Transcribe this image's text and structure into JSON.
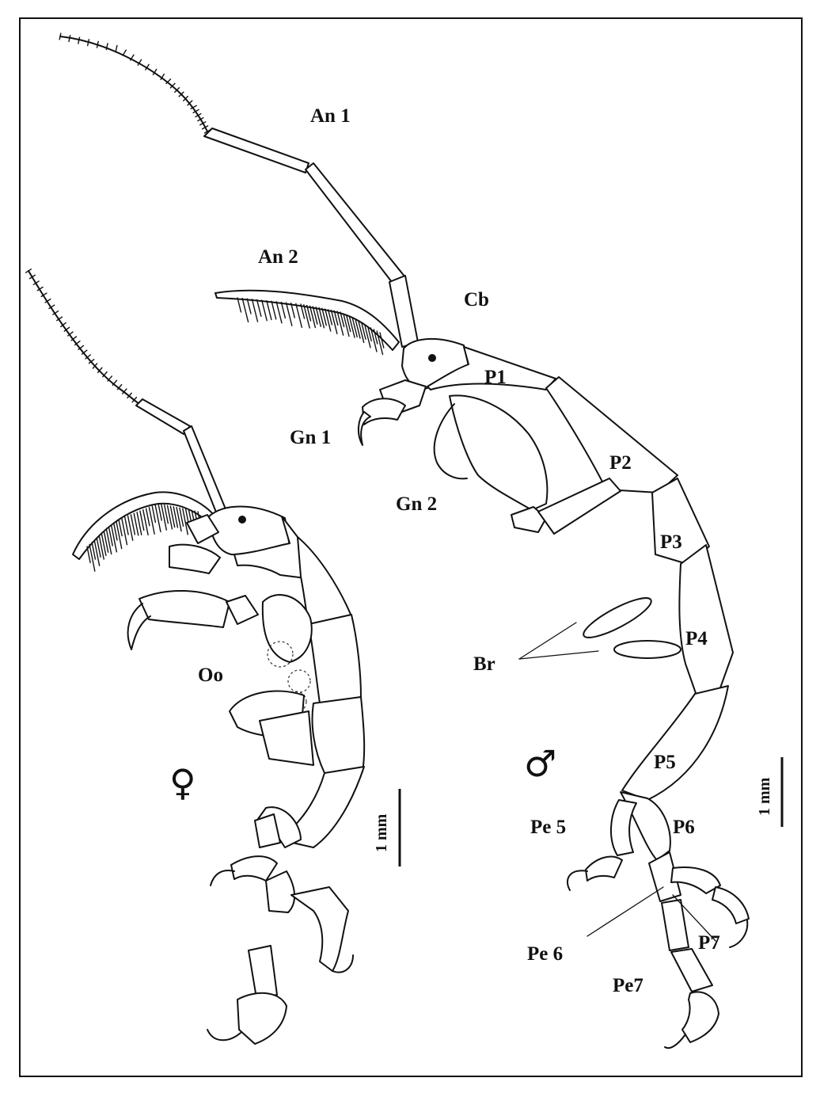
{
  "labels": {
    "an1": "An 1",
    "an2": "An 2",
    "cb": "Cb",
    "p1": "P1",
    "gn1": "Gn 1",
    "gn2": "Gn 2",
    "p2": "P2",
    "p3": "P3",
    "br": "Br",
    "p4": "P4",
    "oo": "Oo",
    "p5": "P5",
    "pe5": "Pe 5",
    "p6": "P6",
    "pe6": "Pe 6",
    "p7": "P7",
    "pe7": "Pe7"
  },
  "symbols": {
    "female": "♀",
    "male": "♂"
  },
  "scale_bars": {
    "female_label": "1 mm",
    "male_label": "1 mm"
  }
}
